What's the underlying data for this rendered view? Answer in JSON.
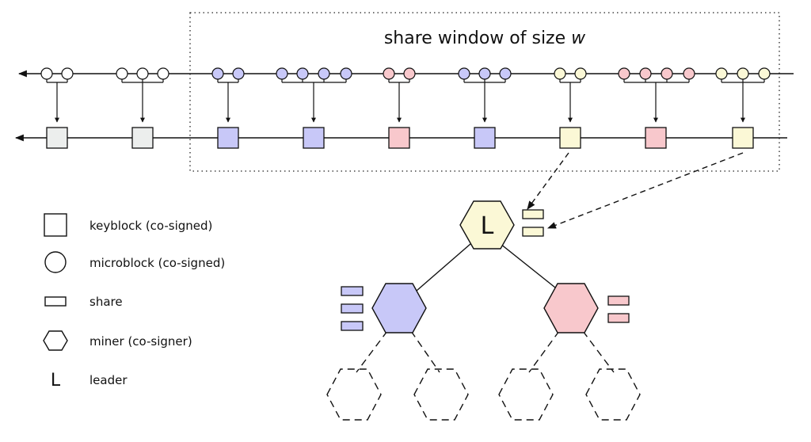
{
  "title": {
    "prefix": "share window of size ",
    "variable": "w"
  },
  "colors": {
    "gray": "#eceeed",
    "blue": "#c8c8f8",
    "pink": "#f8c8cc",
    "yellow": "#fbf8d6",
    "stroke": "#111111"
  },
  "chain": {
    "microblock_groups": [
      "gray",
      "gray",
      "blue",
      "blue",
      "pink",
      "blue",
      "yellow",
      "pink",
      "yellow"
    ],
    "microblock_counts": [
      2,
      3,
      2,
      4,
      2,
      3,
      2,
      4,
      3
    ],
    "keyblocks": [
      "gray",
      "gray",
      "blue",
      "blue",
      "pink",
      "blue",
      "yellow",
      "pink",
      "yellow"
    ]
  },
  "tree": {
    "leader": {
      "label": "L",
      "color": "yellow",
      "shares": 2
    },
    "children": [
      {
        "color": "blue",
        "shares": 3
      },
      {
        "color": "pink",
        "shares": 2
      }
    ]
  },
  "legend": [
    {
      "icon": "keyblock-icon",
      "label": "keyblock (co-signed)"
    },
    {
      "icon": "microblock-icon",
      "label": "microblock (co-signed)"
    },
    {
      "icon": "share-icon",
      "label": "share"
    },
    {
      "icon": "miner-icon",
      "label": "miner (co-signer)"
    },
    {
      "icon": "leader-icon",
      "glyph": "L",
      "label": "leader"
    }
  ]
}
